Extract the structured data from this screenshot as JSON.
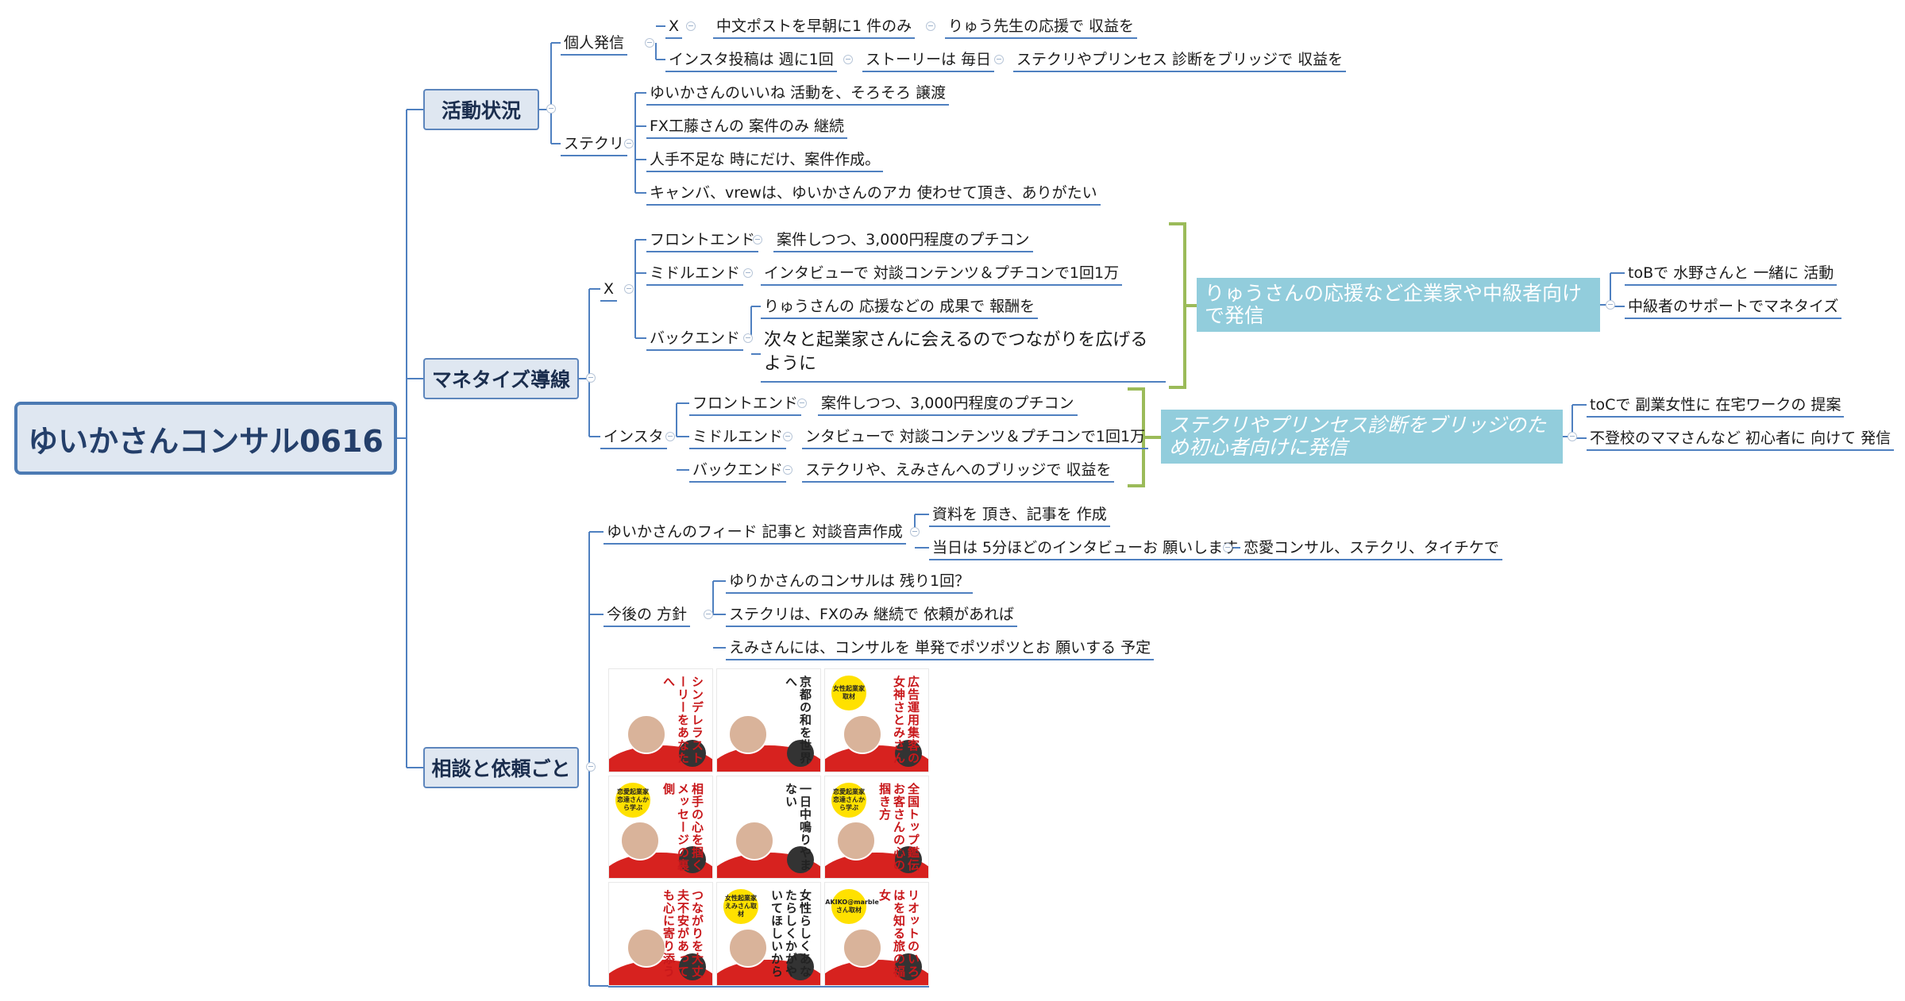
{
  "root": {
    "label": "ゆいかさんコンサル0616"
  },
  "branches": {
    "activity": {
      "label": "活動状況",
      "personal": {
        "label": "個人発信",
        "x_label": "X",
        "x_item1": "中文ポストを早朝に1 件のみ",
        "x_item2": "りゅう先生の応援で 収益を",
        "insta1": "インスタ投稿は 週に1回",
        "insta2": "ストーリーは 毎日",
        "insta3": "ステクリやプリンセス 診断をブリッジで 収益を"
      },
      "stecri": {
        "label": "ステクリ",
        "items": [
          "ゆいかさんのいいね 活動を、そろそろ 譲渡",
          "FX工藤さんの 案件のみ 継続",
          "人手不足な 時にだけ、案件作成。",
          "キャンバ、vrewは、ゆいかさんのアカ 使わせて頂き、ありがたい"
        ]
      }
    },
    "monetize": {
      "label": "マネタイズ導線",
      "x": {
        "label": "X",
        "front": "フロントエンド",
        "front_text": "案件しつつ、3,000円程度のプチコン",
        "middle": "ミドルエンド",
        "middle_text": "インタビューで 対談コンテンツ＆プチコンで1回1万",
        "back": "バックエンド",
        "back_text1": "りゅうさんの 応援などの 成果で 報酬を",
        "back_text2": "次々と起業家さんに会えるのでつながりを広げるように",
        "summary": "りゅうさんの応援など企業家や中級者向けで発信",
        "summary_items": [
          "toBで 水野さんと 一緒に 活動",
          "中級者のサポートでマネタイズ"
        ]
      },
      "insta": {
        "label": "インスタ",
        "front": "フロントエンド",
        "front_text": "案件しつつ、3,000円程度のプチコン",
        "middle": "ミドルエンド",
        "middle_text": "ンタビューで 対談コンテンツ＆プチコンで1回1万",
        "back": "バックエンド",
        "back_text": "ステクリや、えみさんへのブリッジで 収益を",
        "summary": "ステクリやプリンセス診断をブリッジのため初心者向けに発信",
        "summary_items": [
          "toCで 副業女性に 在宅ワークの 提案",
          "不登校のママさんなど 初心者に 向けて 発信"
        ]
      }
    },
    "consult": {
      "label": "相談と依頼ごと",
      "feed": {
        "label": "ゆいかさんのフィード 記事と 対談音声作成",
        "items": [
          "資料を 頂き、記事を 作成",
          "当日は 5分ほどのインタビューお 願いします"
        ],
        "sub": "恋愛コンサル、ステクリ、タイチケで"
      },
      "policy": {
        "label": "今後の 方針",
        "items": [
          "ゆりかさんのコンサルは 残り1回？",
          "ステクリは、FXのみ 継続で 依頼があれば",
          "えみさんには、コンサルを 単発でポツポツとお 願いする 予定"
        ]
      },
      "thumbnails": [
        {
          "text": "シンデレラストーリーをあなたへ",
          "badge": ""
        },
        {
          "text": "京都の和を世界へ",
          "badge": ""
        },
        {
          "text": "広告運用集客の女神さとみさん",
          "badge": "女性起業家取材"
        },
        {
          "text": "相手の心を掴くメッセージの裏側",
          "badge": "恋愛起業家恋達さんから学ぶ"
        },
        {
          "text": "一日中鳴りやまない",
          "badge": ""
        },
        {
          "text": "全国トップ鑑伝お客さんの心の掴き方",
          "badge": "恋愛起業家恋達さんから学ぶ"
        },
        {
          "text": "つながりを大丈夫不安があっても心に寄り添う",
          "badge": ""
        },
        {
          "text": "女性らしくあなたらしくかがやいてほしいから",
          "badge": "女性起業家えみさん取材"
        },
        {
          "text": "リオットのいろはを知る旅の福女",
          "badge": "MAKIKO@marble さん取材"
        }
      ]
    }
  },
  "colors": {
    "line": "#4f80c0",
    "topic_fill": "#dfe7f1",
    "root_border": "#4c7ab3",
    "summary_fill": "#92cddc",
    "bracket": "#9bbb59",
    "thumb_red": "#d7221f",
    "thumb_yellow": "#ffe100"
  }
}
